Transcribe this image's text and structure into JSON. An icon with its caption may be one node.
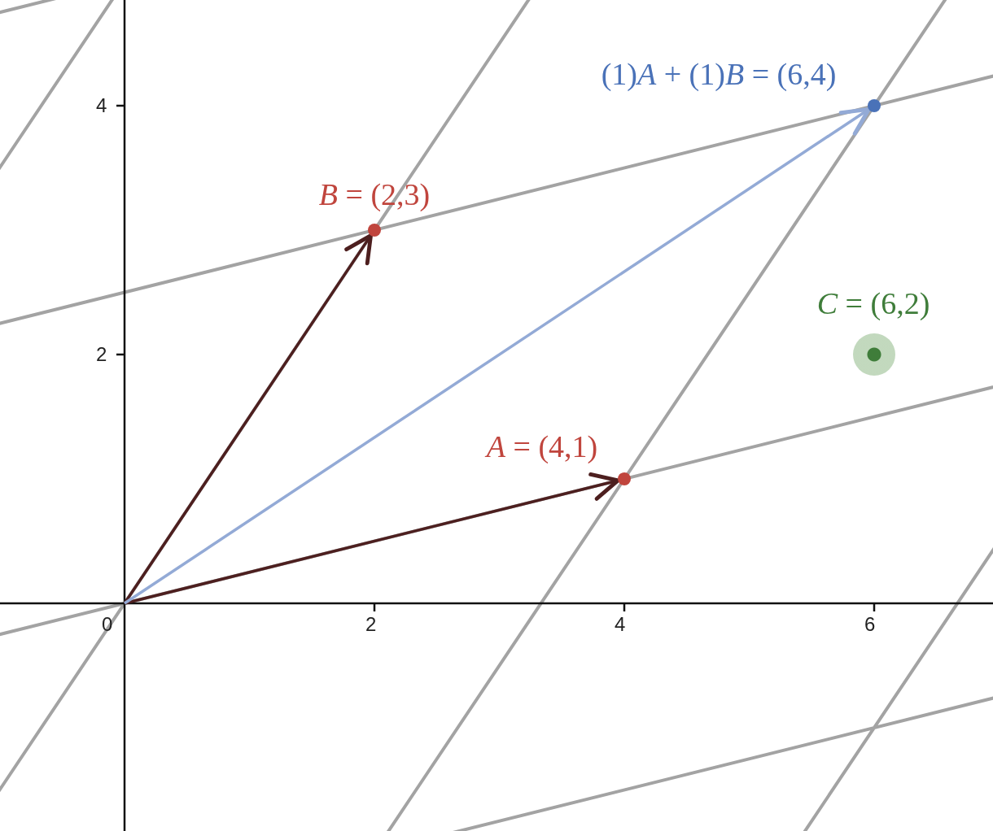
{
  "diagram": {
    "nodes": [
      {
        "text": [],
        "shape": "circle",
        "beside": [
          "(1)*A* + (1)*B* = (6,4)"
        ]
      },
      {
        "text": [],
        "shape": "circle",
        "beside": [
          "*B* = (2,3)"
        ]
      },
      {
        "text": [],
        "shape": "circle",
        "beside": [
          "*C* = (6,2)"
        ]
      },
      {
        "text": [],
        "shape": "circle",
        "beside": [
          "*A* = (4,1)"
        ]
      }
    ],
    "edges": [
      {
        "from": null,
        "to": 3,
        "arrow": "to"
      },
      {
        "from": null,
        "to": 1,
        "arrow": "to"
      },
      {
        "from": null,
        "to": 0,
        "arrow": "to",
        "color": "#93aad6"
      }
    ],
    "labels": [
      "4",
      "2",
      "0",
      "2",
      "4",
      "6"
    ]
  }
}
